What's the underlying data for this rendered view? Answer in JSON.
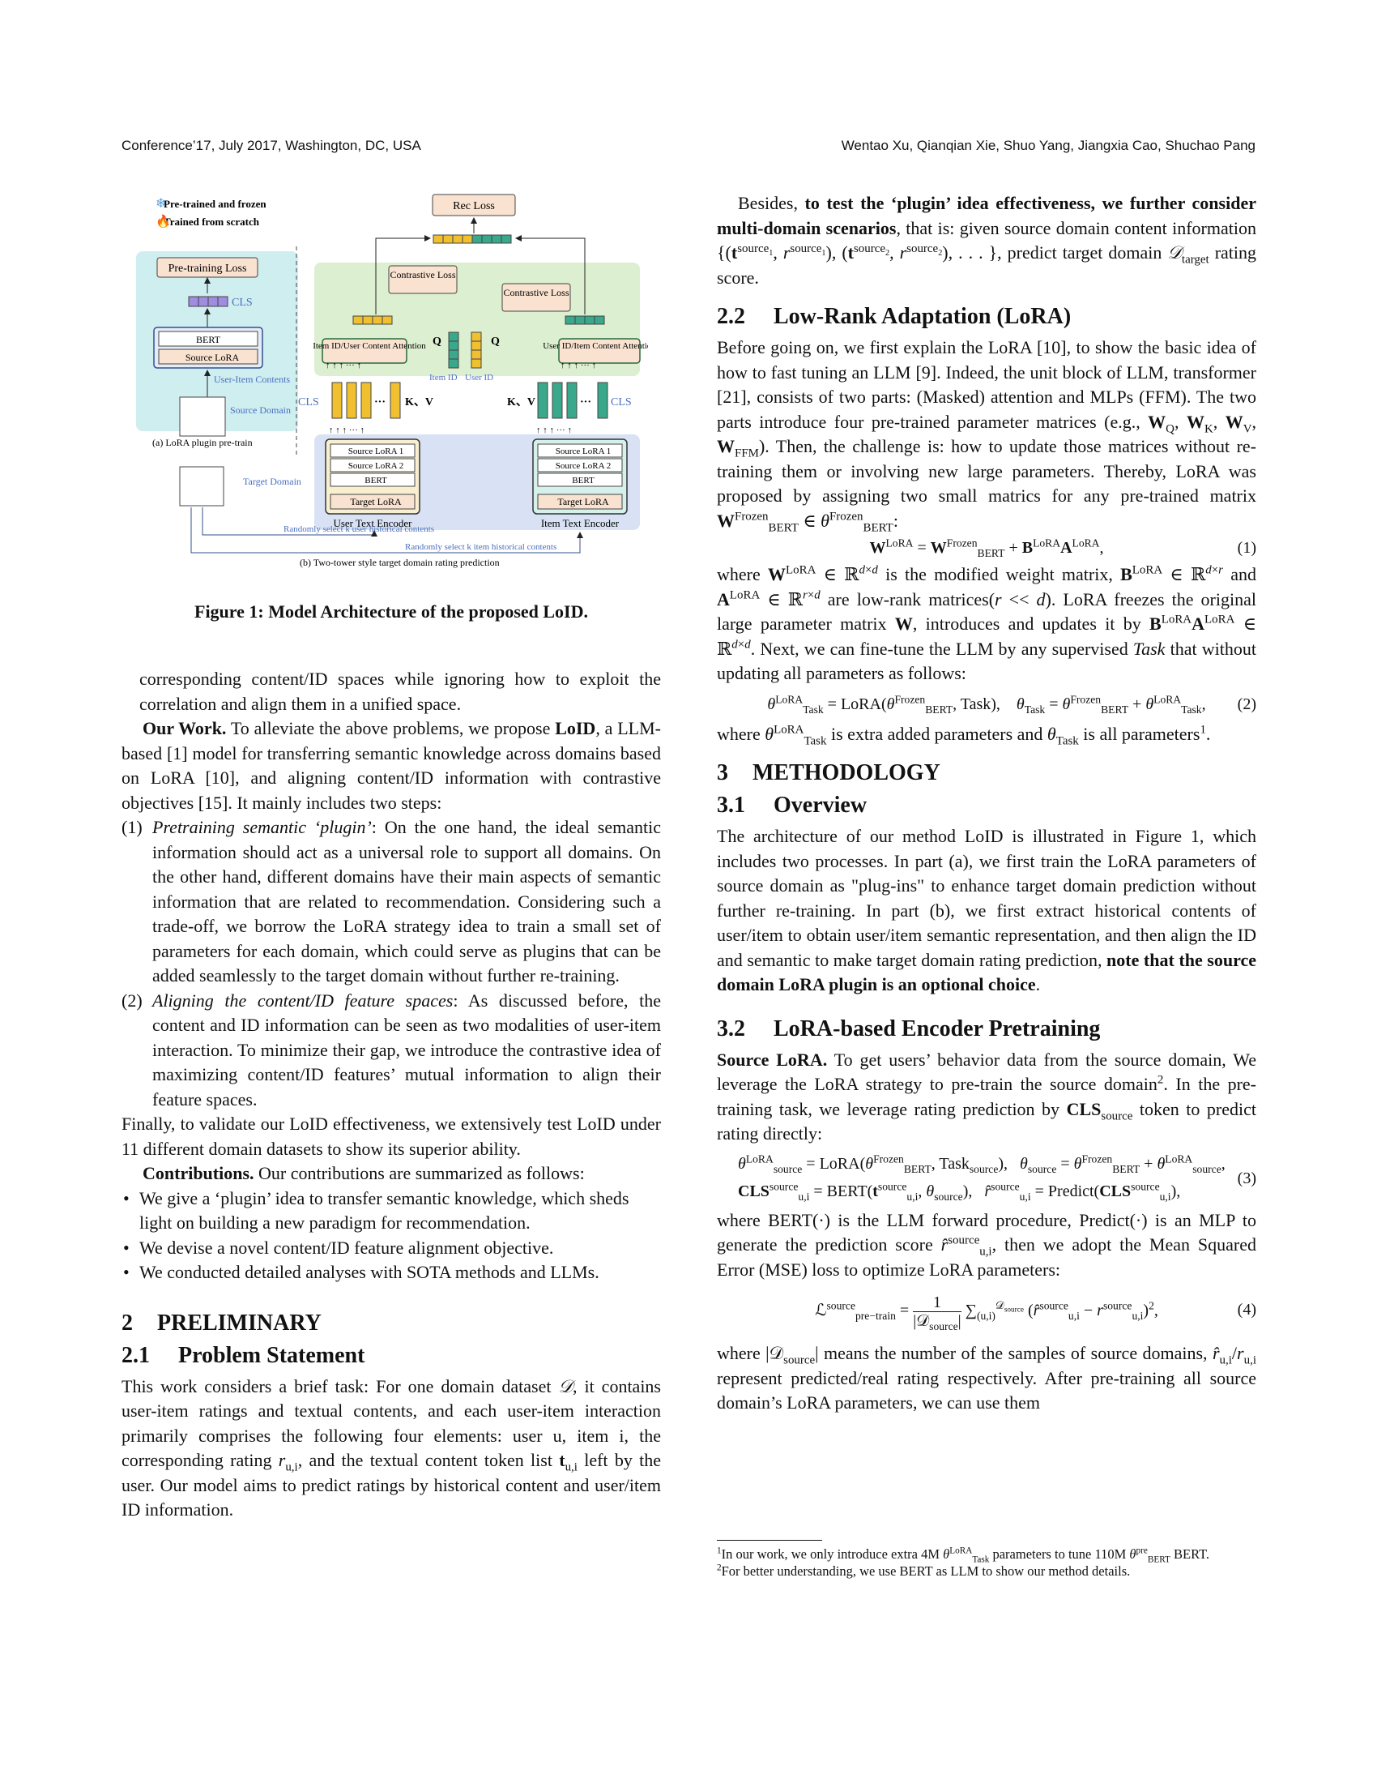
{
  "header": {
    "left": "Conference’17, July 2017, Washington, DC, USA",
    "right": "Wentao Xu, Qianqian Xie, Shuo Yang, Jiangxia Cao, Shuchao Pang"
  },
  "figure": {
    "legend_frozen": "Pre-trained and frozen",
    "legend_scratch": "Trained from scratch",
    "rec_loss": "Rec Loss",
    "pretrain_loss": "Pre-training Loss",
    "cls": "CLS",
    "bert": "BERT",
    "source_lora": "Source LoRA",
    "user_item_contents": "User-Item Contents",
    "source_domain": "Source Domain",
    "target_domain": "Target Domain",
    "caption_a": "(a) LoRA plugin pre-train",
    "contrastive_loss": "Contrastive Loss",
    "item_user_attention": "Item ID/User Content Attention",
    "user_item_attention": "User ID/Item Content Attention",
    "q": "Q",
    "kv": "K、V",
    "item_id": "Item ID",
    "user_id": "User ID",
    "source_lora_1": "Source LoRA 1",
    "source_lora_2": "Source LoRA 2",
    "target_lora": "Target LoRA",
    "user_text_encoder": "User Text Encoder",
    "item_text_encoder": "Item Text Encoder",
    "select_user": "Randomly select k user historical contents",
    "select_item": "Randomly select k item historical contents",
    "caption_b": "(b) Two-tower style target domain rating prediction",
    "dots": "···"
  },
  "caption": "Figure 1: Model Architecture of the proposed LoID.",
  "left": {
    "p1": "corresponding content/ID spaces while ignoring how to exploit the correlation and align them in a unified space.",
    "ourwork_label": "Our Work.",
    "ourwork_a": " To alleviate the above problems, we propose ",
    "loid": "LoID",
    "ourwork_b": ", a LLM-based [1] model for transferring semantic knowledge across domains based on LoRA [10], and aligning content/ID information with contrastive objectives [15]. It mainly includes two steps:",
    "item1_num": "(1)",
    "item1_title": "Pretraining semantic ‘plugin’",
    "item1_text": ": On the one hand, the ideal semantic information should act as a universal role to support all domains. On the other hand, different domains have their main aspects of semantic information that are related to recommendation. Considering such a trade-off, we borrow the LoRA strategy idea to train a small set of parameters for each domain, which could serve as plugins that can be added seamlessly to the target domain without further re-training.",
    "item2_num": "(2)",
    "item2_title": "Aligning the content/ID feature spaces",
    "item2_text": ": As discussed before, the content and ID information can be seen as two modalities of user-item interaction. To minimize their gap, we introduce the contrastive idea of maximizing content/ID features’ mutual information to align their feature spaces.",
    "p_finally": "Finally, to validate our LoID effectiveness, we extensively test LoID under 11 different domain datasets to show its superior ability.",
    "contrib_label": "Contributions.",
    "contrib_text": " Our contributions are summarized as follows:",
    "bullets": [
      "We give a ‘plugin’ idea to transfer semantic knowledge, which sheds light on building a new paradigm for recommendation.",
      "We devise a novel content/ID feature alignment objective.",
      "We conducted detailed analyses with SOTA methods and LLMs."
    ],
    "sec2_num": "2",
    "sec2_title": "PRELIMINARY",
    "sec21_num": "2.1",
    "sec21_title": "Problem Statement",
    "p_problem_a": "This work considers a brief task: For one domain dataset ",
    "p_problem_b": ", it contains user-item ratings and textual contents, and each user-item interaction primarily comprises the following four elements: user u, item i, the corresponding rating ",
    "p_problem_c": ", and the textual content token list ",
    "p_problem_d": " left by the user. Our model aims to predict ratings by historical content and user/item ID information."
  },
  "right": {
    "p_besides_a": "Besides, ",
    "p_besides_bold": "to test the ‘plugin’ idea effectiveness, we further consider multi-domain scenarios",
    "p_besides_b": ", that is: given source domain content information ",
    "p_besides_c": ", predict target domain ",
    "p_besides_d": " rating score.",
    "sec22_num": "2.2",
    "sec22_title": "Low-Rank Adaptation (LoRA)",
    "p_lora_a": "Before going on, we first explain the LoRA [10], to show the basic idea of how to fast tuning an LLM [9]. Indeed, the unit block of LLM, transformer [21], consists of two parts: (Masked) attention and MLPs (FFM). The two parts introduce four pre-trained parameter matrices (e.g., ",
    "p_lora_b": "). Then, the challenge is: how to update those matrices without re-training them or involving new large parameters. Thereby, LoRA was proposed by assigning two small matrics for any pre-trained matrix ",
    "eq1_num": "(1)",
    "p_where1_a": "where ",
    "p_where1_b": " is the modified weight matrix, ",
    "p_where1_c": " and ",
    "p_where1_d": " are low-rank matrices(",
    "p_where1_e": "). LoRA freezes the original large parameter matrix ",
    "p_where1_f": ", introduces and updates it by ",
    "p_where1_g": ". Next, we can fine-tune the LLM by any supervised ",
    "task_word": "Task",
    "p_where1_h": " that without updating all parameters as follows:",
    "eq2_num": "(2)",
    "p_where2_a": "where ",
    "p_where2_b": " is extra added parameters and ",
    "p_where2_c": " is all parameters",
    "sec3_num": "3",
    "sec3_title": "METHODOLOGY",
    "sec31_num": "3.1",
    "sec31_title": "Overview",
    "p_overview_a": "The architecture of our method LoID is illustrated in Figure 1, which includes two processes. In part (a), we first train the LoRA parameters of source domain as \"plug-ins\" to enhance target domain prediction without further re-training. In part (b), we first extract historical contents of user/item to obtain user/item semantic representation, and then align the ID and semantic to make target domain rating prediction, ",
    "p_overview_bold": "note that the source domain LoRA plugin is an optional choice",
    "p_overview_end": ".",
    "sec32_num": "3.2",
    "sec32_title": "LoRA-based Encoder Pretraining",
    "srclora_label": "Source LoRA.",
    "p_src_a": " To get users’ behavior data from the source domain, We leverage the LoRA strategy to pre-train the source domain",
    "p_src_b": ". In the pre-training task, we leverage rating prediction by ",
    "p_src_c": " token to predict rating directly:",
    "eq3_num": "(3)",
    "p_where3_a": "where BERT(·) is the LLM forward procedure, Predict(·) is an MLP to generate the prediction score ",
    "p_where3_b": ", then we adopt the Mean Squared Error (MSE) loss to optimize LoRA parameters:",
    "eq4_num": "(4)",
    "p_where4_a": "where ",
    "p_where4_b": " means the number of the samples of source domains, ",
    "p_where4_c": " represent predicted/real rating respectively. After pre-training all source domain’s LoRA parameters, we can use them"
  },
  "footnotes": {
    "fn1_a": "In our work, we only introduce extra 4M ",
    "fn1_b": " parameters to tune 110M ",
    "fn1_c": " BERT.",
    "fn2": "For better understanding, we use BERT as LLM to show our method details."
  }
}
